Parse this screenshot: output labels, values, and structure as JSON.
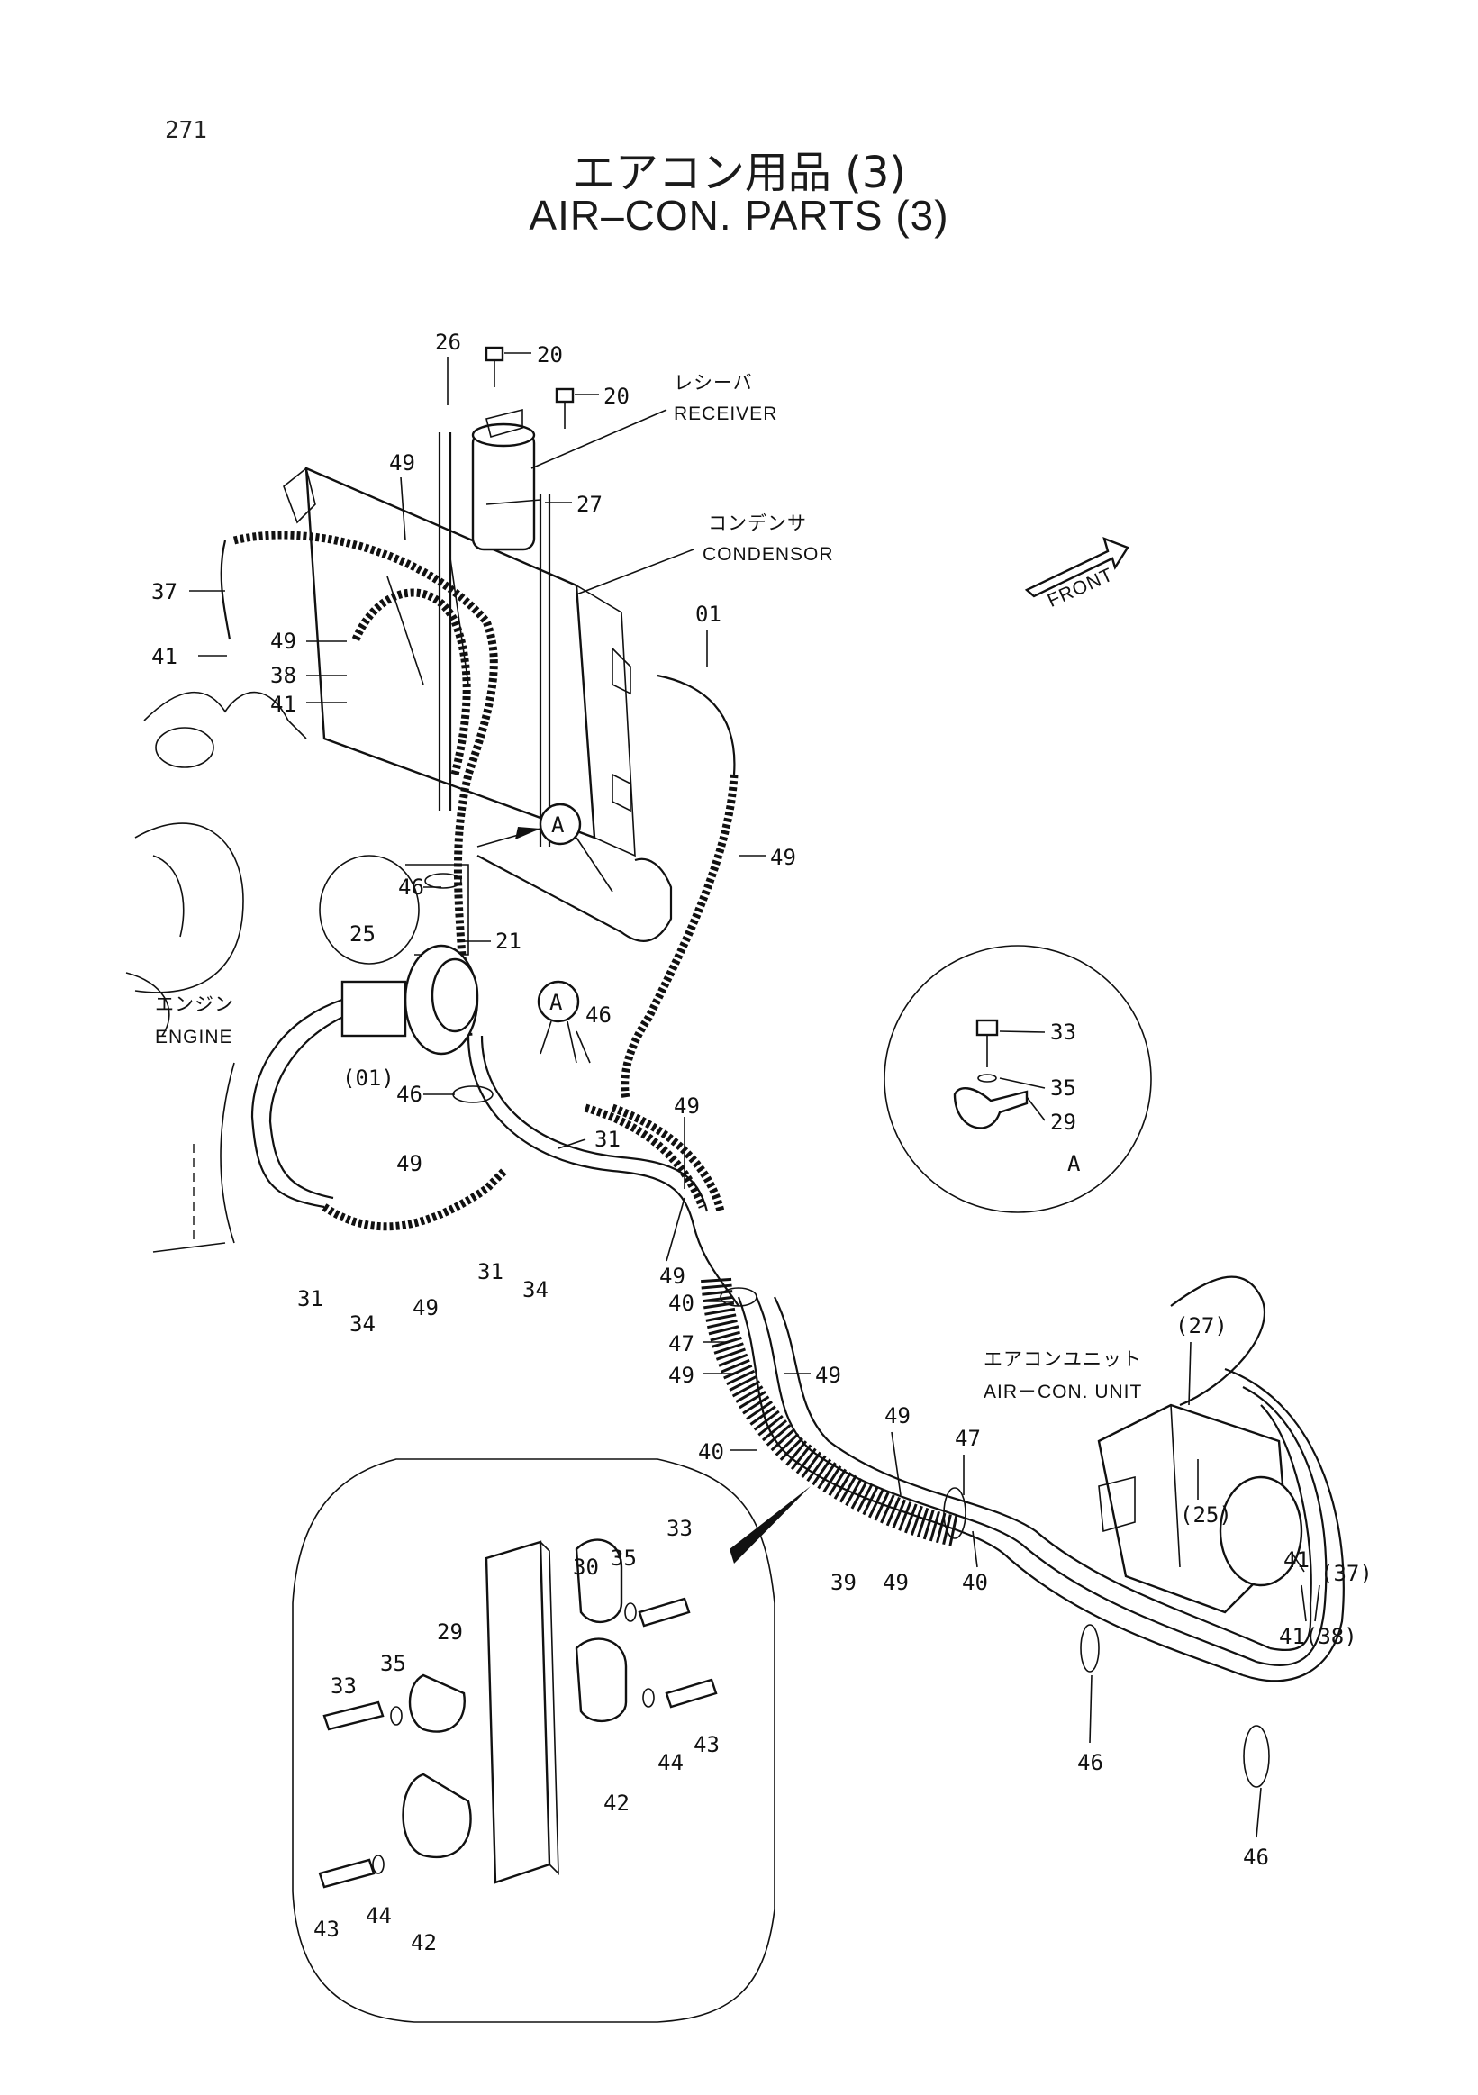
{
  "page_number": "271",
  "title_jp": "エアコン用品 (3)",
  "title_en": "AIR–CON. PARTS (3)",
  "callouts": {
    "receiver_jp": "レシーバ",
    "receiver_en": "RECEIVER",
    "condensor_jp": "コンデンサ",
    "condensor_en": "CONDENSOR",
    "engine_jp": "エンジン",
    "engine_en": "ENGINE",
    "aircon_unit_jp": "エアコンユニット",
    "aircon_unit_en": "AIR－CON.  UNIT",
    "front": "FRONT",
    "detail_marker": "A"
  },
  "part_labels": [
    {
      "id": "p26",
      "text": "26"
    },
    {
      "id": "p20a",
      "text": "20"
    },
    {
      "id": "p20b",
      "text": "20"
    },
    {
      "id": "p27",
      "text": "27"
    },
    {
      "id": "p49a",
      "text": "49"
    },
    {
      "id": "p37",
      "text": "37"
    },
    {
      "id": "p41a",
      "text": "41"
    },
    {
      "id": "p49b",
      "text": "49"
    },
    {
      "id": "p38",
      "text": "38"
    },
    {
      "id": "p41b",
      "text": "41"
    },
    {
      "id": "p01",
      "text": "01"
    },
    {
      "id": "p49c",
      "text": "49"
    },
    {
      "id": "p46a",
      "text": "46"
    },
    {
      "id": "p21",
      "text": "21"
    },
    {
      "id": "p25",
      "text": "25"
    },
    {
      "id": "p01b",
      "text": "(01)"
    },
    {
      "id": "p46b",
      "text": "46"
    },
    {
      "id": "p46c",
      "text": "46"
    },
    {
      "id": "p31a",
      "text": "31"
    },
    {
      "id": "p49d",
      "text": "49"
    },
    {
      "id": "p49e",
      "text": "49"
    },
    {
      "id": "p31b",
      "text": "31"
    },
    {
      "id": "p34a",
      "text": "34"
    },
    {
      "id": "p49f",
      "text": "49"
    },
    {
      "id": "p31c",
      "text": "31"
    },
    {
      "id": "p34b",
      "text": "34"
    },
    {
      "id": "p49g",
      "text": "49"
    },
    {
      "id": "p40a",
      "text": "40"
    },
    {
      "id": "p47a",
      "text": "47"
    },
    {
      "id": "p49h",
      "text": "49"
    },
    {
      "id": "p49i",
      "text": "49"
    },
    {
      "id": "p40b",
      "text": "40"
    },
    {
      "id": "p49j",
      "text": "49"
    },
    {
      "id": "p47b",
      "text": "47"
    },
    {
      "id": "p39",
      "text": "39"
    },
    {
      "id": "p49k",
      "text": "49"
    },
    {
      "id": "p40c",
      "text": "40"
    },
    {
      "id": "p27b",
      "text": "(27)"
    },
    {
      "id": "p25b",
      "text": "(25)"
    },
    {
      "id": "p41c",
      "text": "41"
    },
    {
      "id": "p37b",
      "text": "(37)"
    },
    {
      "id": "p41d",
      "text": "41(38)"
    },
    {
      "id": "p46d",
      "text": "46"
    },
    {
      "id": "p46e",
      "text": "46"
    },
    {
      "id": "pA33",
      "text": "33"
    },
    {
      "id": "pA35",
      "text": "35"
    },
    {
      "id": "pA29",
      "text": "29"
    },
    {
      "id": "pA",
      "text": "A"
    },
    {
      "id": "d33a",
      "text": "33"
    },
    {
      "id": "d35a",
      "text": "35"
    },
    {
      "id": "d30",
      "text": "30"
    },
    {
      "id": "d29",
      "text": "29"
    },
    {
      "id": "d35b",
      "text": "35"
    },
    {
      "id": "d33b",
      "text": "33"
    },
    {
      "id": "d43a",
      "text": "43"
    },
    {
      "id": "d44a",
      "text": "44"
    },
    {
      "id": "d42a",
      "text": "42"
    },
    {
      "id": "d43b",
      "text": "43"
    },
    {
      "id": "d44b",
      "text": "44"
    },
    {
      "id": "d42b",
      "text": "42"
    }
  ]
}
